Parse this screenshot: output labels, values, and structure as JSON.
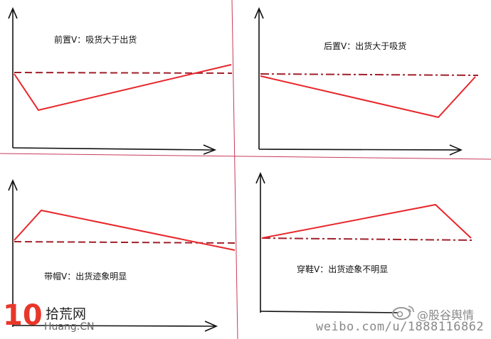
{
  "colors": {
    "axis": "#111111",
    "line": "#e8262b",
    "dash": "#a0202a",
    "divider": "#c83a5a",
    "logo": "#e8372a",
    "watermark": "#888888"
  },
  "quadrants": {
    "tl": {
      "label": "前置V：吸货大于出货"
    },
    "tr": {
      "label": "后置V：出货大于吸货"
    },
    "bl": {
      "label": "带帽V：出货迹象明显"
    },
    "br": {
      "label": "穿鞋V：出货迹象不明显"
    }
  },
  "logo": {
    "number": "10",
    "name": "拾荒网",
    "domain": "Huang.CN"
  },
  "watermark": {
    "handle": "@股谷舆情",
    "url": "weibo.com/u/1888116862",
    "icon": "weibo-icon"
  }
}
